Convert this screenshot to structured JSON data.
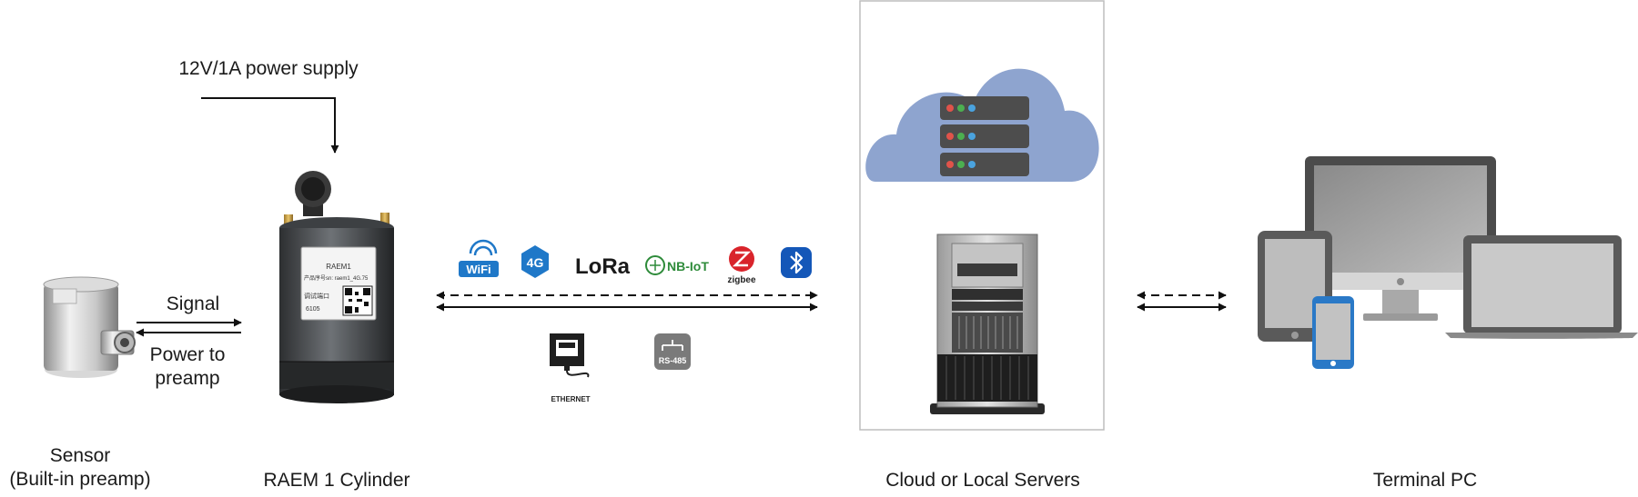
{
  "labels": {
    "power_supply": "12V/1A power supply",
    "signal": "Signal",
    "power_to_preamp_line1": "Power to",
    "power_to_preamp_line2": "preamp",
    "sensor_line1": "Sensor",
    "sensor_line2": "(Built-in preamp)",
    "raem_cylinder": "RAEM 1 Cylinder",
    "cloud_servers": "Cloud or Local Servers",
    "terminal_pc": "Terminal PC"
  },
  "device": {
    "sticker_title": "RAEM1",
    "sticker_line1": "产品序号sn: raem1_4G.75",
    "sticker_line2": "调试端口",
    "sticker_line3": "6105"
  },
  "connectivity": {
    "wifi": "WiFi",
    "four_g": "4G",
    "lora": "LoRa",
    "nbiot": "NB-IoT",
    "zigbee": "zigbee",
    "ethernet": "ETHERNET",
    "rs485": "RS-485"
  },
  "colors": {
    "cloud": "#8ea4cf",
    "server_rack": "#4d4d4d",
    "led_red": "#e0534a",
    "led_green": "#4caf50",
    "led_blue": "#4aa3df",
    "wifi_blue": "#1f78c8",
    "zigbee_red": "#d9242b",
    "bluetooth_blue": "#1457b8",
    "nbiot_green": "#2e8b3a"
  },
  "icons": [
    "wifi-icon",
    "4g-icon",
    "lora-icon",
    "nbiot-icon",
    "zigbee-icon",
    "bluetooth-icon",
    "ethernet-icon",
    "rs485-icon",
    "cloud-icon",
    "server-rack-icon",
    "tower-server-icon",
    "monitor-icon",
    "tablet-icon",
    "phone-icon",
    "laptop-icon"
  ]
}
